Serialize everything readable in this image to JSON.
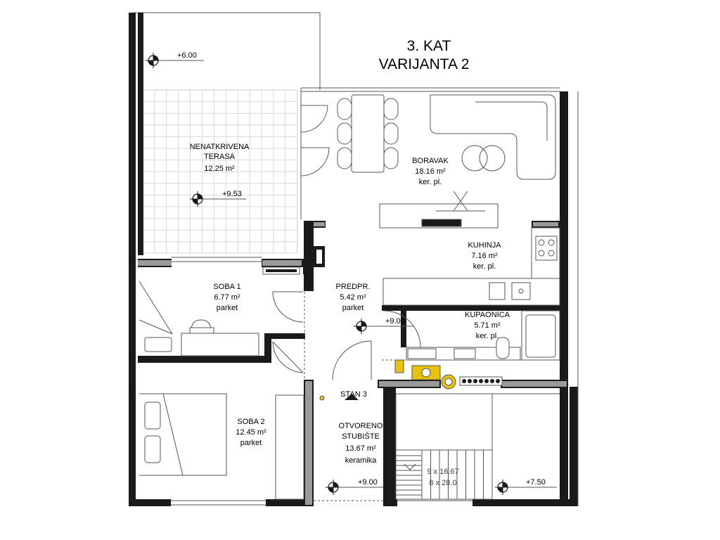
{
  "title": {
    "line1": "3. KAT",
    "line2": "VARIJANTA 2"
  },
  "rooms": {
    "terasa": {
      "name1": "NENATKRIVENA",
      "name2": "TERASA",
      "area": "12.25 m²"
    },
    "boravak": {
      "name": "BORAVAK",
      "area": "18.16 m²",
      "floor": "ker. pl."
    },
    "kuhinja": {
      "name": "KUHINJA",
      "area": "7.16 m²",
      "floor": "ker. pl."
    },
    "soba1": {
      "name": "SOBA 1",
      "area": "6.77 m²",
      "floor": "parket"
    },
    "predpr": {
      "name": "PREDPR.",
      "area": "5.42 m²",
      "floor": "parket"
    },
    "kupaonica": {
      "name": "KUPAONICA",
      "area": "5.71 m²",
      "floor": "ker. pl."
    },
    "soba2": {
      "name": "SOBA 2",
      "area": "12.45 m²",
      "floor": "parket"
    },
    "stubiste": {
      "name1": "OTVORENO",
      "name2": "STUBIŠTE",
      "area": "13.67 m²",
      "floor": "keramika"
    }
  },
  "entrance": "STAN 3",
  "elevations": {
    "top_left": "+6.00",
    "terasa": "+9.53",
    "predpr": "+9.00",
    "stair_left": "+9.00",
    "stair_right": "+7.50"
  },
  "stair_dims": {
    "line1": "9 x 16.67",
    "line2": "8 x 28.0"
  },
  "colors": {
    "wall": "#1a1a1a",
    "line": "#555555",
    "accent": "#e8c20c"
  }
}
